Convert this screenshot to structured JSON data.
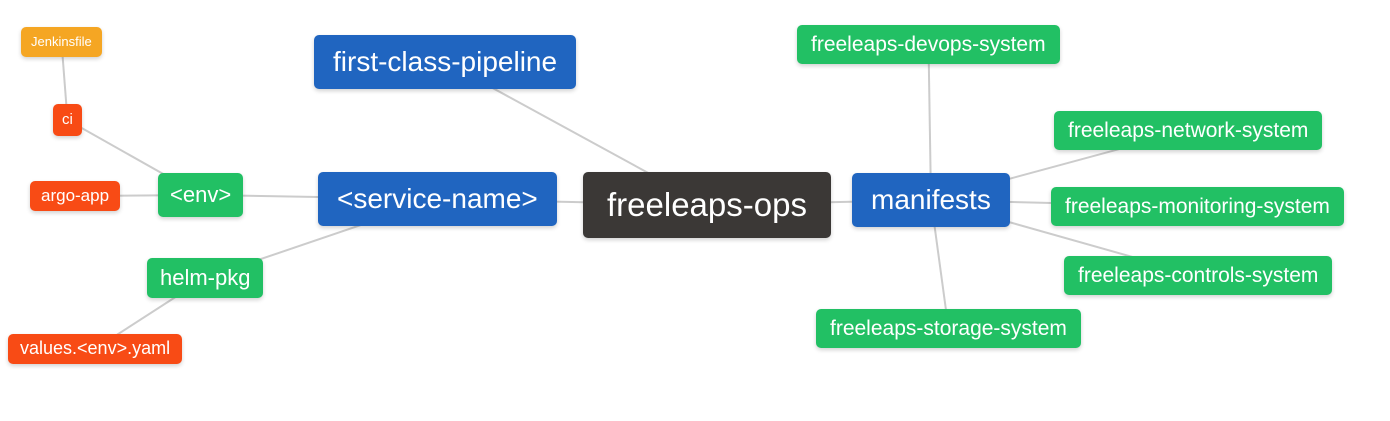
{
  "diagram": {
    "type": "mindmap",
    "root_label": "freeleaps-ops",
    "colors": {
      "blue": "#2065c0",
      "green": "#22c064",
      "red": "#f84b15",
      "orange": "#f5a623",
      "dark": "#3b3836",
      "edge": "#cccccc",
      "background": "#ffffff"
    },
    "nodes": [
      {
        "id": "jenkinsfile",
        "label": "Jenkinsfile",
        "color": "orange"
      },
      {
        "id": "ci",
        "label": "ci",
        "color": "red"
      },
      {
        "id": "argo-app",
        "label": "argo-app",
        "color": "red"
      },
      {
        "id": "env",
        "label": "<env>",
        "color": "green"
      },
      {
        "id": "helm-pkg",
        "label": "helm-pkg",
        "color": "green"
      },
      {
        "id": "values-env-yaml",
        "label": "values.<env>.yaml",
        "color": "red"
      },
      {
        "id": "first-class-pipeline",
        "label": "first-class-pipeline",
        "color": "blue"
      },
      {
        "id": "service-name",
        "label": "<service-name>",
        "color": "blue"
      },
      {
        "id": "freeleaps-ops",
        "label": "freeleaps-ops",
        "color": "dark"
      },
      {
        "id": "manifests",
        "label": "manifests",
        "color": "blue"
      },
      {
        "id": "devops-system",
        "label": "freeleaps-devops-system",
        "color": "green"
      },
      {
        "id": "network-system",
        "label": "freeleaps-network-system",
        "color": "green"
      },
      {
        "id": "monitoring-system",
        "label": "freeleaps-monitoring-system",
        "color": "green"
      },
      {
        "id": "controls-system",
        "label": "freeleaps-controls-system",
        "color": "green"
      },
      {
        "id": "storage-system",
        "label": "freeleaps-storage-system",
        "color": "green"
      }
    ],
    "edges": [
      {
        "from": "jenkinsfile",
        "to": "ci"
      },
      {
        "from": "ci",
        "to": "env"
      },
      {
        "from": "argo-app",
        "to": "env"
      },
      {
        "from": "env",
        "to": "service-name"
      },
      {
        "from": "helm-pkg",
        "to": "service-name"
      },
      {
        "from": "values-env-yaml",
        "to": "helm-pkg"
      },
      {
        "from": "first-class-pipeline",
        "to": "freeleaps-ops"
      },
      {
        "from": "service-name",
        "to": "freeleaps-ops"
      },
      {
        "from": "freeleaps-ops",
        "to": "manifests"
      },
      {
        "from": "manifests",
        "to": "devops-system"
      },
      {
        "from": "manifests",
        "to": "network-system"
      },
      {
        "from": "manifests",
        "to": "monitoring-system"
      },
      {
        "from": "manifests",
        "to": "controls-system"
      },
      {
        "from": "manifests",
        "to": "storage-system"
      }
    ]
  }
}
